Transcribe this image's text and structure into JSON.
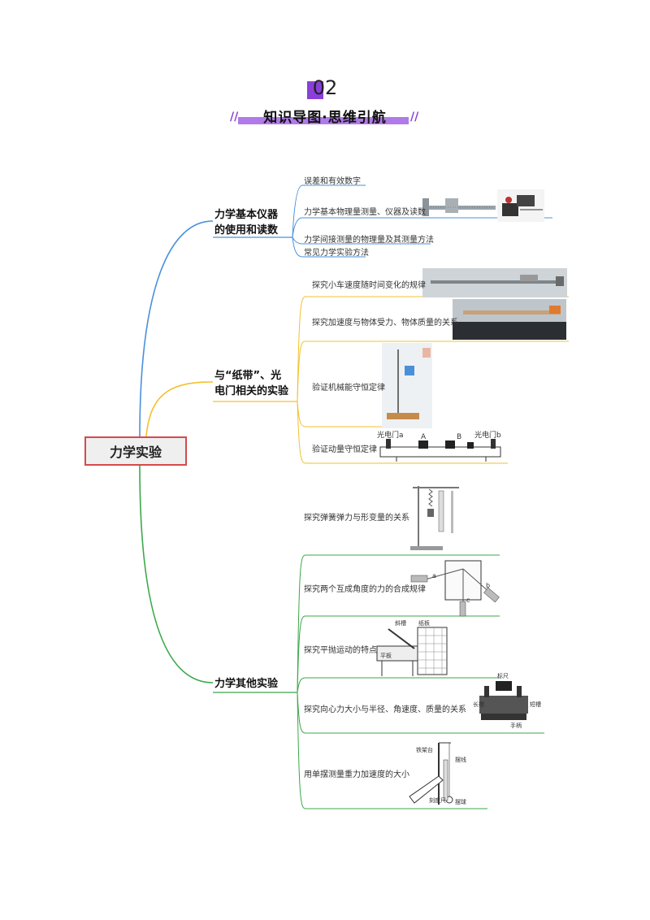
{
  "header": {
    "number": "02",
    "title": "知识导图·思维引航"
  },
  "root": {
    "label": "力学实验"
  },
  "branches": [
    {
      "label": "力学基本仪器\n的使用和读数",
      "color": "#4a90d9",
      "items": [
        "误差和有效数字",
        "力学基本物理量测量、仪器及读数",
        "力学间接测量的物理量及其测量方法",
        "常见力学实验方法"
      ]
    },
    {
      "label": "与“纸带”、光\n电门相关的实验",
      "color": "#f2c12e",
      "items": [
        "探究小车速度随时间变化的规律",
        "探究加速度与物体受力、物体质量的关系",
        "验证机械能守恒定律",
        "验证动量守恒定律"
      ]
    },
    {
      "label": "力学其他实验",
      "color": "#3aa84a",
      "items": [
        "探究弹簧弹力与形变量的关系",
        "探究两个互成角度的力的合成规律",
        "探究平抛运动的特点",
        "探究向心力大小与半径、角速度、质量的关系",
        "用单摆测量重力加速度的大小"
      ]
    }
  ],
  "figure_labels": {
    "photogate_a": "光电门a",
    "photogate_b": "光电门b",
    "cart_a": "A",
    "cart_b": "B",
    "force_a": "a",
    "force_b": "b",
    "force_c": "c",
    "projectile_1": "斜槽",
    "projectile_2": "纸板",
    "projectile_3": "平板",
    "centripetal_1": "标尺",
    "centripetal_2": "长槽",
    "centripetal_3": "短槽",
    "centripetal_4": "手柄",
    "pendulum_1": "铁架台",
    "pendulum_2": "摆线",
    "pendulum_3": "摆球",
    "pendulum_4": "刻度尺"
  }
}
